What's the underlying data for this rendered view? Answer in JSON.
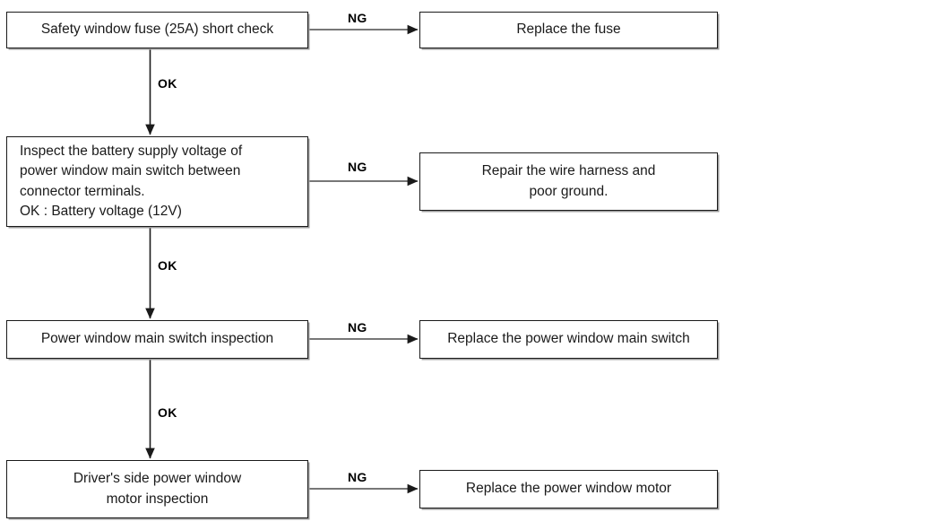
{
  "diagram": {
    "title": "Power window diagnostic flowchart",
    "type": "flowchart",
    "line_color": "#1a1a1a",
    "box_border_color": "#1a1a1a",
    "box_fill_color": "#ffffff",
    "text_color": "#1a1a1a"
  },
  "nodes": {
    "step1": {
      "label": "Safety window fuse (25A) short check"
    },
    "result1": {
      "label": "Replace the fuse"
    },
    "step2": {
      "label": "Inspect the battery supply voltage of\npower window main switch between\nconnector terminals.\nOK : Battery voltage (12V)"
    },
    "result2": {
      "label": "Repair the wire harness and\npoor ground."
    },
    "step3": {
      "label": "Power window main switch inspection"
    },
    "result3": {
      "label": "Replace the power window main switch"
    },
    "step4": {
      "label": "Driver's side power window\nmotor  inspection"
    },
    "result4": {
      "label": "Replace the power window motor"
    }
  },
  "edges": {
    "ng1": {
      "label": "NG"
    },
    "ng2": {
      "label": "NG"
    },
    "ng3": {
      "label": "NG"
    },
    "ng4": {
      "label": "NG"
    },
    "ok1": {
      "label": "OK"
    },
    "ok2": {
      "label": "OK"
    },
    "ok3": {
      "label": "OK"
    }
  }
}
